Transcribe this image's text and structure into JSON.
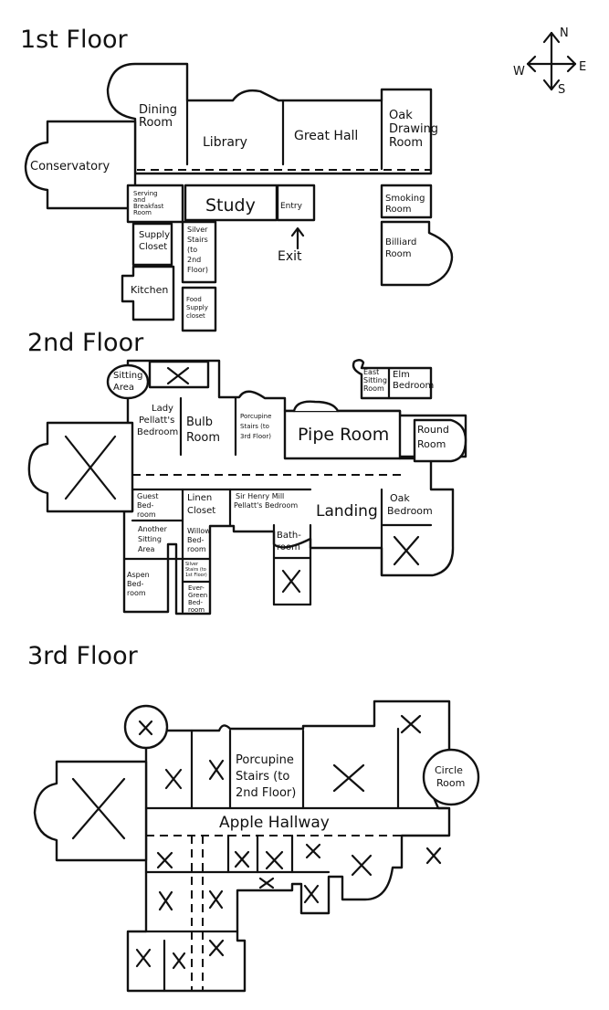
{
  "floors": {
    "first": {
      "heading": "1st Floor",
      "rooms": {
        "dining": [
          "Dining",
          "Room"
        ],
        "library": "Library",
        "great_hall": "Great Hall",
        "oak_drawing": [
          "Oak",
          "Drawing",
          "Room"
        ],
        "conservatory": "Conservatory",
        "serving": [
          "Serving",
          "and",
          "Breakfast",
          "Room"
        ],
        "study": "Study",
        "entry": "Entry",
        "smoking": [
          "Smoking",
          "Room"
        ],
        "supply": [
          "Supply",
          "Closet"
        ],
        "silver_stairs": [
          "Silver",
          "Stairs",
          "(to",
          "2nd",
          "Floor)"
        ],
        "billiard": [
          "Billiard",
          "Room"
        ],
        "kitchen": "Kitchen",
        "food_supply": [
          "Food",
          "Supply",
          "closet"
        ],
        "exit": "Exit"
      }
    },
    "second": {
      "heading": "2nd Floor",
      "rooms": {
        "sitting_area": [
          "Sitting",
          "Area"
        ],
        "east_sitting": [
          "East",
          "Sitting",
          "Room"
        ],
        "elm": [
          "Elm",
          "Bedroom"
        ],
        "lady_pellatt": [
          "Lady",
          "Pellatt's",
          "Bedroom"
        ],
        "bulb": [
          "Bulb",
          "Room"
        ],
        "porcupine_stairs": [
          "Porcupine",
          "Stairs (to",
          "3rd Floor)"
        ],
        "pipe": "Pipe Room",
        "round": [
          "Round",
          "Room"
        ],
        "guest": [
          "Guest",
          "Bed-",
          "room"
        ],
        "linen": [
          "Linen",
          "Closet"
        ],
        "sir_henry": [
          "Sir Henry Mill",
          "Pellatt's Bedroom"
        ],
        "landing": "Landing",
        "oak_bed": [
          "Oak",
          "Bedroom"
        ],
        "another_sitting": [
          "Another",
          "Sitting",
          "Area"
        ],
        "willow": [
          "Willow",
          "Bed-",
          "room"
        ],
        "bathroom": [
          "Bath-",
          "room"
        ],
        "silver_stairs": [
          "Silver",
          "Stairs (to",
          "1st Floor)"
        ],
        "aspen": [
          "Aspen",
          "Bed-",
          "room"
        ],
        "evergreen": [
          "Ever-",
          "Green",
          "Bed-",
          "room"
        ]
      }
    },
    "third": {
      "heading": "3rd   Floor",
      "rooms": {
        "porcupine": [
          "Porcupine",
          "Stairs (to",
          "2nd Floor)"
        ],
        "circle": [
          "Circle",
          "Room"
        ],
        "apple": "Apple Hallway"
      }
    }
  },
  "compass": {
    "n": "N",
    "s": "S",
    "e": "E",
    "w": "W"
  },
  "colors": {
    "ink": "#111111",
    "paper": "#ffffff"
  }
}
